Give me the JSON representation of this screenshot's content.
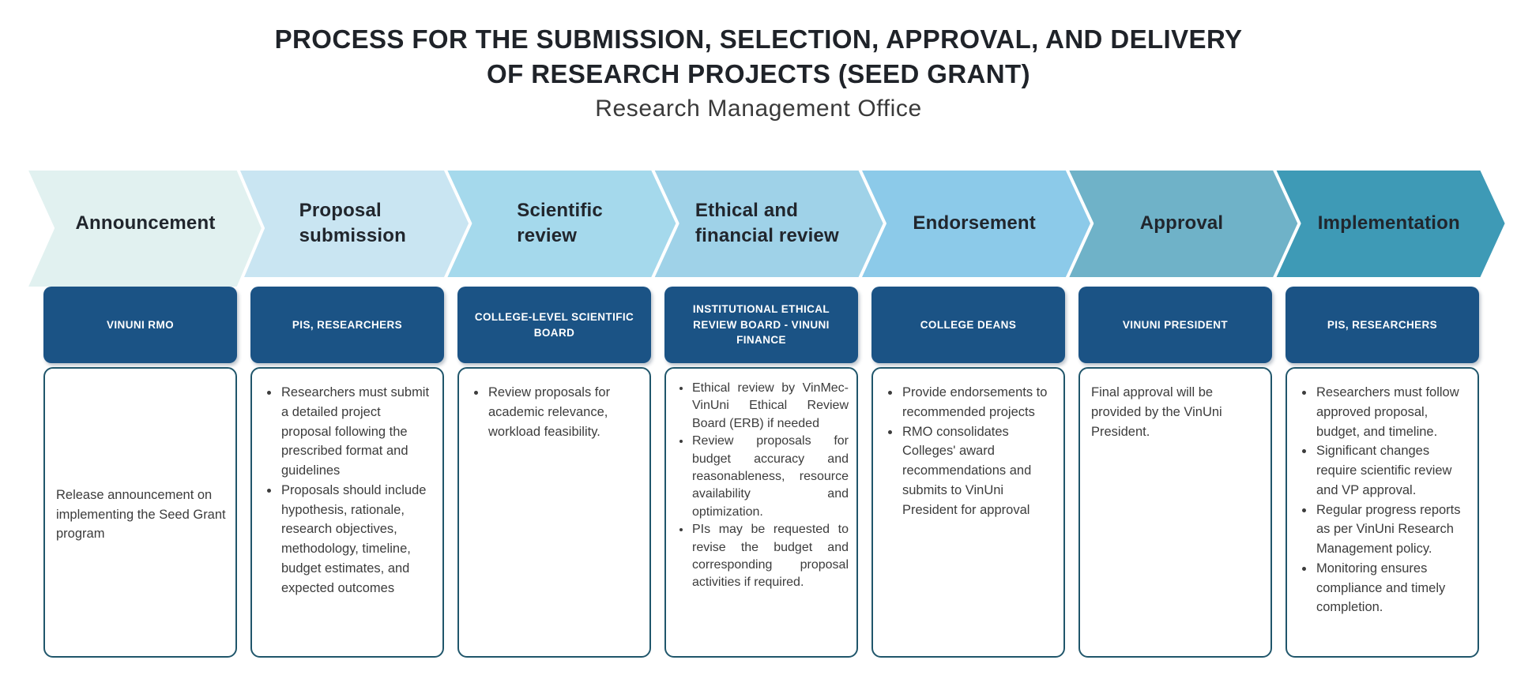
{
  "header": {
    "title_line1": "PROCESS FOR THE SUBMISSION, SELECTION, APPROVAL, AND DELIVERY",
    "title_line2": "OF RESEARCH PROJECTS (SEED GRANT)",
    "subtitle": "Research Management Office"
  },
  "palette": {
    "card_header_bg": "#1b5385",
    "card_border": "#20566b",
    "chevron_outline": "#ffffff",
    "chevron_text": "#21262d",
    "body_text": "#3c3c3c"
  },
  "steps": [
    {
      "chevron": {
        "lines": [
          "Announcement"
        ],
        "color": "#e1f1f0"
      },
      "card": {
        "header": "VINUNI RMO",
        "body_type": "paragraph-centered",
        "paragraph": "Release announcement on implementing the Seed Grant program",
        "bullets": []
      }
    },
    {
      "chevron": {
        "lines": [
          "Proposal",
          "submission"
        ],
        "color": "#c9e5f2"
      },
      "card": {
        "header": "PIS, RESEARCHERS",
        "body_type": "bullets",
        "bullets": [
          "Researchers must submit a detailed project proposal following the prescribed format and guidelines",
          "Proposals should include hypothesis, rationale, research objectives, methodology, timeline, budget estimates, and expected outcomes"
        ]
      }
    },
    {
      "chevron": {
        "lines": [
          "Scientific",
          "review"
        ],
        "color": "#a5d9ec"
      },
      "card": {
        "header": "COLLEGE-LEVEL SCIENTIFIC BOARD",
        "body_type": "bullets",
        "bullets": [
          "Review proposals for academic relevance, workload feasibility."
        ]
      }
    },
    {
      "chevron": {
        "lines": [
          "Ethical and",
          "financial review"
        ],
        "color": "#9fd2e8"
      },
      "card": {
        "header": "INSTITUTIONAL ETHICAL REVIEW BOARD - VINUNI FINANCE",
        "body_type": "bullets-justified",
        "bullets": [
          "Ethical review by VinMec-VinUni Ethical Review Board (ERB) if needed",
          "Review proposals for budget accuracy and reasonableness, resource availability and optimization.",
          "PIs may be requested to revise the budget and corresponding proposal activities if required."
        ]
      }
    },
    {
      "chevron": {
        "lines": [
          "Endorsement"
        ],
        "color": "#8ccae9"
      },
      "card": {
        "header": "COLLEGE DEANS",
        "body_type": "bullets",
        "bullets": [
          "Provide endorsements to recommended projects",
          "RMO consolidates Colleges' award recommendations and submits to VinUni President for approval"
        ]
      }
    },
    {
      "chevron": {
        "lines": [
          "Approval"
        ],
        "color": "#6fb2c8"
      },
      "card": {
        "header": "VINUNI PRESIDENT",
        "body_type": "paragraph",
        "paragraph": "Final approval will be provided by the VinUni President.",
        "bullets": []
      }
    },
    {
      "chevron": {
        "lines": [
          "Implementation"
        ],
        "color": "#3e9ab6"
      },
      "card": {
        "header": "PIS, RESEARCHERS",
        "body_type": "bullets",
        "bullets": [
          "Researchers must follow approved proposal, budget, and timeline.",
          "Significant changes require scientific review and VP approval.",
          "Regular progress reports as per VinUni Research Management policy.",
          "Monitoring ensures compliance and timely completion."
        ]
      }
    }
  ]
}
